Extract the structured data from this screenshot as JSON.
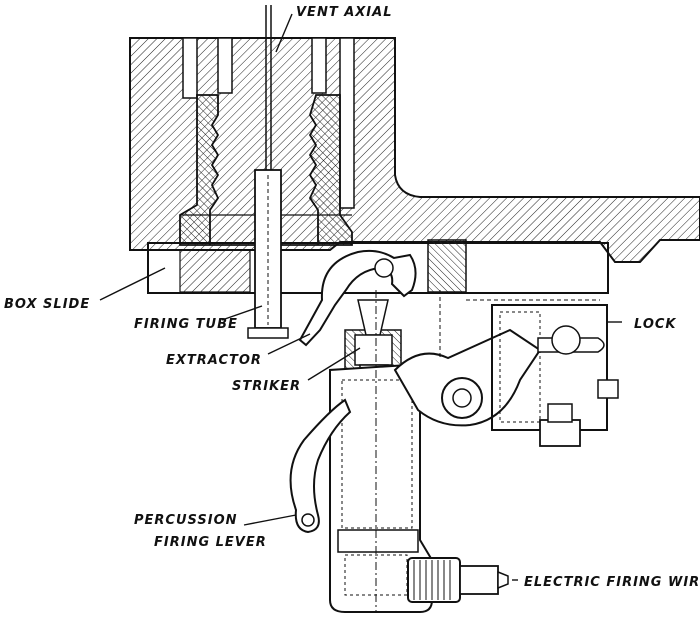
{
  "labels": {
    "vent_axial": "VENT AXIAL",
    "box_slide": "BOX SLIDE",
    "firing_tube": "FIRING TUBE",
    "extractor": "EXTRACTOR",
    "striker": "STRIKER",
    "lock": "LOCK",
    "percussion_line1": "PERCUSSION",
    "percussion_line2": "FIRING LEVER",
    "electric_firing_wire": "ELECTRIC FIRING WIRE"
  },
  "colors": {
    "ink": "#111111",
    "paper": "#ffffff"
  }
}
